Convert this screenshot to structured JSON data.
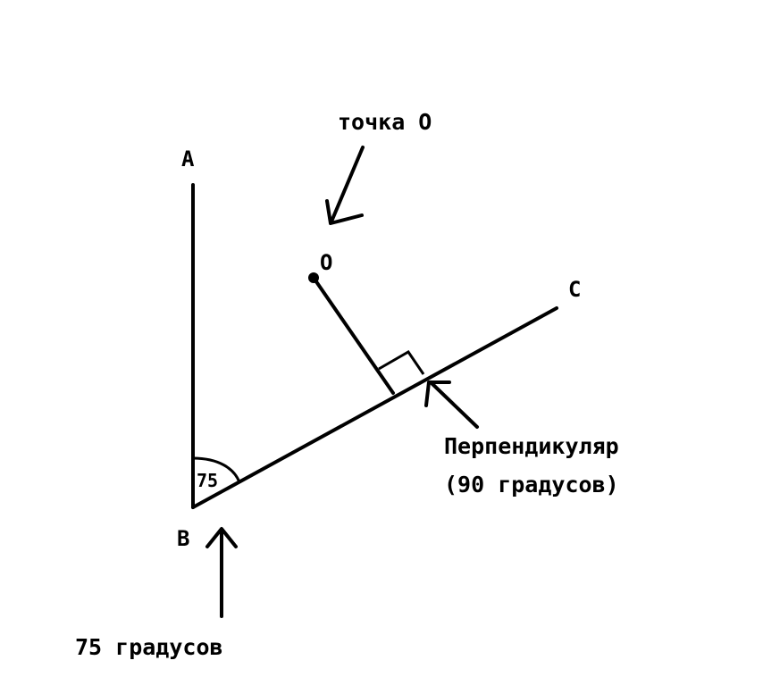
{
  "labels": {
    "point_a": "A",
    "point_b": "B",
    "point_c": "C",
    "point_o": "O",
    "angle_value": "75",
    "caption_point_o": "точка О",
    "caption_perpendicular_line1": "Перпендикуляр",
    "caption_perpendicular_line2": "(90 градусов)",
    "caption_angle": "75  градусов"
  },
  "colors": {
    "ink": "#000000",
    "background": "#ffffff"
  }
}
